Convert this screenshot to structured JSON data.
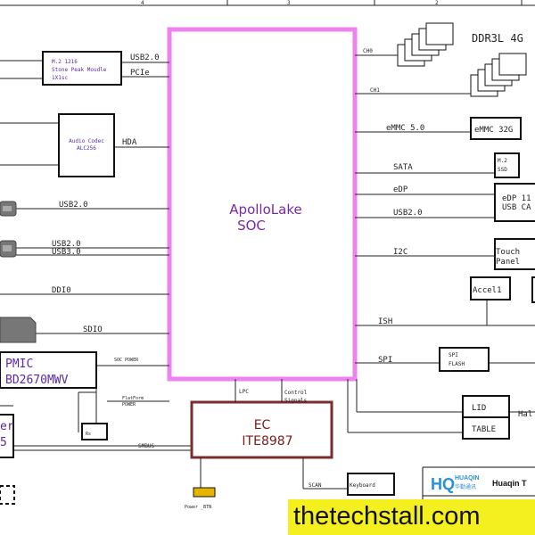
{
  "ruler": {
    "marks": [
      "4",
      "3",
      "2"
    ]
  },
  "soc": {
    "line1": "ApolloLake",
    "line2": "SOC"
  },
  "ec": {
    "line1": "EC",
    "line2": "ITE8987"
  },
  "pmic": {
    "line1": "PMIC",
    "line2": "BD2670MWV"
  },
  "left_partial": {
    "line1": "er",
    "line2": "5"
  },
  "m2_module": {
    "line1": "M.2 1216",
    "line2": "Stone Peak Moudle",
    "line3": "1X1sc"
  },
  "audio_codec": {
    "line1": "Audio Codec",
    "line2": "ALC256"
  },
  "memory": {
    "label": "DDR3L 4G",
    "ch0": "CH0",
    "ch1": "CH1"
  },
  "left_signals": {
    "usb_m2": "USB2.0",
    "pcie": "PCIe",
    "hda": "HDA",
    "usb_a": "USB2.0",
    "usb_b1": "USB2.0",
    "usb_b2": "USB3.0",
    "ddi": "DDI0",
    "sdio": "SDIO",
    "soc_power": "SOC POWER",
    "platform_power_1": "FlatForm",
    "platform_power_2": "POWER",
    "smbus": "SMBUS",
    "small_box": "Rs",
    "power_btn": "Power _BTN"
  },
  "right_signals": {
    "emmc": "eMMC 5.0",
    "sata": "SATA",
    "edp": "eDP",
    "usb": "USB2.0",
    "i2c": "I2C",
    "ish": "ISH",
    "spi": "SPI"
  },
  "right_boxes": {
    "emmc": "eMMC 32G",
    "ssd_1": "M.2",
    "ssd_2": "SSD",
    "edp_1": "eDP 11",
    "edp_2": "USB CA",
    "touch_1": "Touch",
    "touch_2": "Panel",
    "accel": "Accel1",
    "spi_1": "SPI",
    "spi_2": "FLASH",
    "lid": "LID",
    "table": "TABLE",
    "hall": "Hal"
  },
  "bottom_signals": {
    "lpc": "LPC",
    "control_1": "Control",
    "control_2": "Signals",
    "scan": "SCAN",
    "keyboard": "Keyboard"
  },
  "logo": {
    "mark": "HQ",
    "brand": "HUAQIN",
    "brand_cn": "华勤通讯",
    "company": "Huaqin T"
  },
  "watermark": "thetechstall.com",
  "colors": {
    "soc_border": "#ee82ee",
    "ec_border": "#7a2e2e",
    "watermark_bg": "#f4ef1e",
    "connector": "#888888"
  }
}
